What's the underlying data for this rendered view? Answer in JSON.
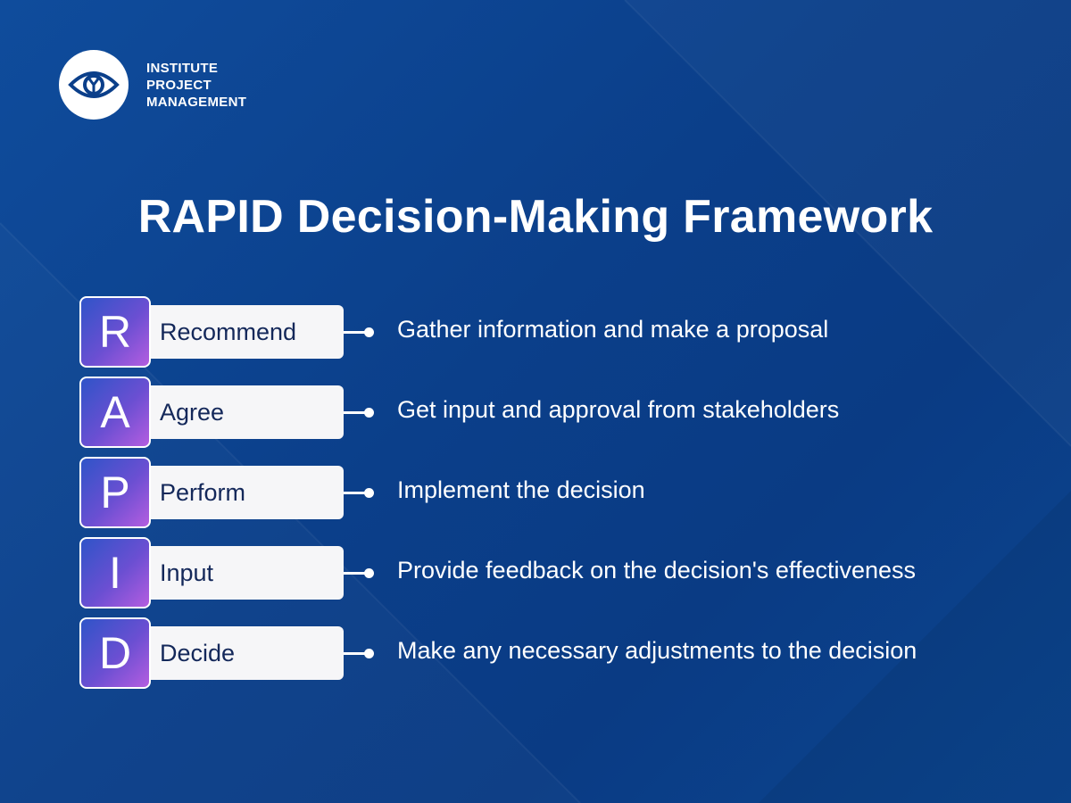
{
  "brand": {
    "lines": [
      "INSTITUTE",
      "PROJECT",
      "MANAGEMENT"
    ],
    "icon": "eye-logo-icon"
  },
  "title": "RAPID Decision-Making Framework",
  "items": [
    {
      "letter": "R",
      "label": "Recommend",
      "description": "Gather information and make a proposal"
    },
    {
      "letter": "A",
      "label": "Agree",
      "description": "Get input and approval from stakeholders"
    },
    {
      "letter": "P",
      "label": "Perform",
      "description": "Implement the decision"
    },
    {
      "letter": "I",
      "label": "Input",
      "description": "Provide feedback on the decision's effectiveness"
    },
    {
      "letter": "D",
      "label": "Decide",
      "description": "Make any necessary adjustments to the decision"
    }
  ],
  "colors": {
    "background": "#0b3f8a",
    "letter_gradient_start": "#2f54c8",
    "letter_gradient_end": "#b45de0",
    "pill_background": "#f6f6f8",
    "pill_text": "#14285a"
  }
}
